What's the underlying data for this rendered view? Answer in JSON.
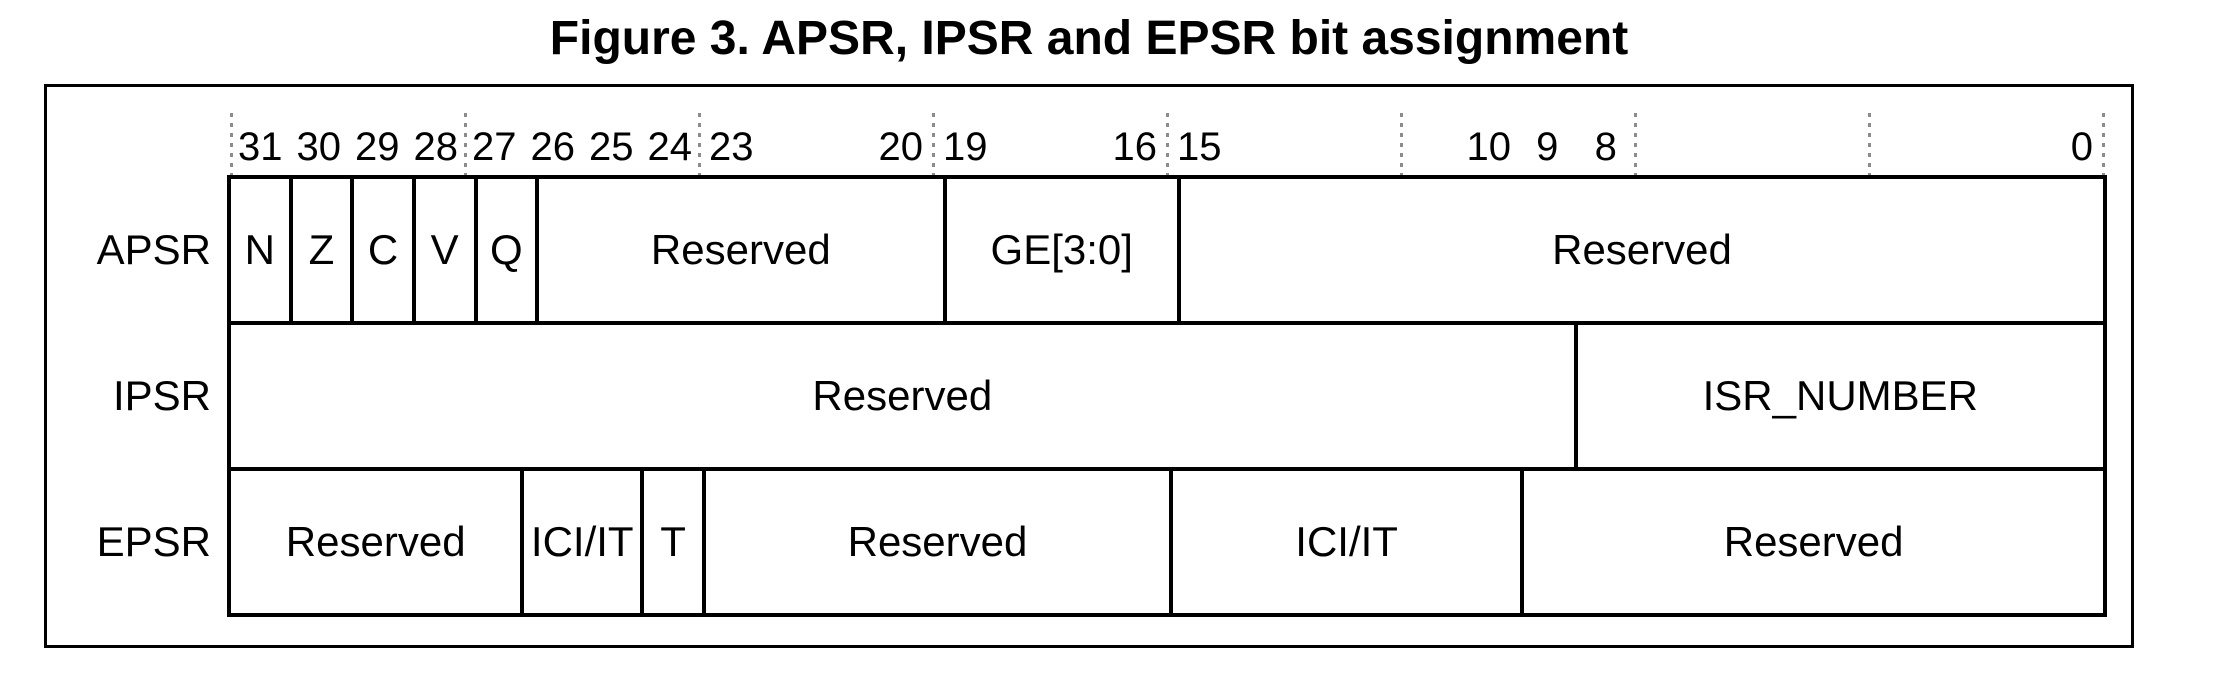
{
  "figure": {
    "title": "Figure 3. APSR, IPSR and EPSR bit assignment"
  },
  "colors": {
    "ink": "#000000",
    "background": "#ffffff",
    "tick": "#8c8c8c"
  },
  "bit_ruler": {
    "total_bits": 32,
    "tick_positions_pct": [
      0,
      12.5,
      25,
      37.5,
      50,
      62.5,
      75,
      87.5,
      100
    ],
    "labels": [
      {
        "text": "31",
        "bit": 31,
        "anchor": "center"
      },
      {
        "text": "30",
        "bit": 30,
        "anchor": "center"
      },
      {
        "text": "29",
        "bit": 29,
        "anchor": "center"
      },
      {
        "text": "28",
        "bit": 28,
        "anchor": "center"
      },
      {
        "text": "27",
        "bit": 27,
        "anchor": "center"
      },
      {
        "text": "26",
        "bit": 26,
        "anchor": "center"
      },
      {
        "text": "25",
        "bit": 25,
        "anchor": "center"
      },
      {
        "text": "24",
        "bit": 24,
        "anchor": "center"
      },
      {
        "text": "23",
        "bit": 23,
        "anchor": "left"
      },
      {
        "text": "20",
        "bit": 20,
        "anchor": "right"
      },
      {
        "text": "19",
        "bit": 19,
        "anchor": "left"
      },
      {
        "text": "16",
        "bit": 16,
        "anchor": "right"
      },
      {
        "text": "15",
        "bit": 15,
        "anchor": "left"
      },
      {
        "text": "10",
        "bit": 10,
        "anchor": "center"
      },
      {
        "text": "9",
        "bit": 9,
        "anchor": "center"
      },
      {
        "text": "8",
        "bit": 8,
        "anchor": "center"
      },
      {
        "text": "0",
        "bit": 0,
        "anchor": "right"
      }
    ]
  },
  "registers": [
    {
      "name": "APSR",
      "fields": [
        {
          "label": "N",
          "bits": 1
        },
        {
          "label": "Z",
          "bits": 1
        },
        {
          "label": "C",
          "bits": 1
        },
        {
          "label": "V",
          "bits": 1
        },
        {
          "label": "Q",
          "bits": 1
        },
        {
          "label": "Reserved",
          "bits": 7
        },
        {
          "label": "GE[3:0]",
          "bits": 4
        },
        {
          "label": "Reserved",
          "bits": 16
        }
      ]
    },
    {
      "name": "IPSR",
      "fields": [
        {
          "label": "Reserved",
          "bits": 23
        },
        {
          "label": "ISR_NUMBER",
          "bits": 9
        }
      ]
    },
    {
      "name": "EPSR",
      "fields": [
        {
          "label": "Reserved",
          "bits": 5
        },
        {
          "label": "ICI/IT",
          "bits": 2
        },
        {
          "label": "T",
          "bits": 1
        },
        {
          "label": "Reserved",
          "bits": 8
        },
        {
          "label": "ICI/IT",
          "bits": 6
        },
        {
          "label": "Reserved",
          "bits": 10
        }
      ]
    }
  ]
}
